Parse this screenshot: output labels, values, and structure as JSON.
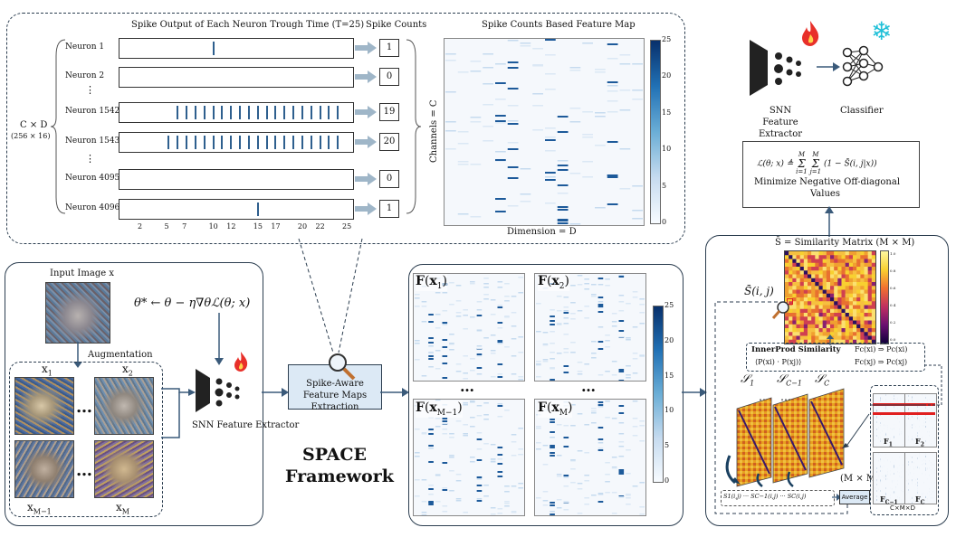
{
  "top_panel": {
    "spike_title": "Spike Output of Each Neuron Trough Time (T=25)",
    "counts_title": "Spike Counts",
    "featmap_title": "Spike Counts Based Feature Map",
    "cxd_label": "C × D",
    "cxd_dims": "(256 × 16)",
    "neurons": [
      {
        "label": "Neuron 1",
        "count": "1",
        "spikes": [
          10
        ]
      },
      {
        "label": "Neuron 2",
        "count": "0",
        "spikes": []
      },
      {
        "label": "Neuron 1542",
        "count": "19",
        "spikes": [
          6,
          7,
          8,
          9,
          10,
          11,
          12,
          13,
          14,
          15,
          16,
          17,
          18,
          19,
          20,
          21,
          22,
          23,
          24
        ]
      },
      {
        "label": "Neuron 1543",
        "count": "20",
        "spikes": [
          5,
          6,
          7,
          8,
          9,
          10,
          11,
          12,
          13,
          14,
          15,
          16,
          17,
          18,
          19,
          20,
          21,
          22,
          23,
          24
        ]
      },
      {
        "label": "Neuron 4095",
        "count": "0",
        "spikes": []
      },
      {
        "label": "Neuron 4096",
        "count": "1",
        "spikes": [
          15
        ]
      }
    ],
    "ellipsis": "⋮",
    "x_ticks": [
      "2",
      "5",
      "7",
      "10",
      "12",
      "15",
      "17",
      "20",
      "22",
      "25"
    ],
    "ylabel": "Channels = C",
    "xlabel": "Dimension = D",
    "colorbar_ticks": [
      "25",
      "20",
      "15",
      "10",
      "5",
      "0"
    ]
  },
  "left_panel": {
    "input_label": "Input Image x",
    "update_rule": "θ* ← θ − η∇θℒ(θ; x)",
    "augmentation": "Augmentation",
    "aug_labels": [
      "x1",
      "x2",
      "xM−1",
      "xM"
    ],
    "extractor": "SNN Feature Extractor",
    "dots": "…"
  },
  "middle": {
    "spike_aware": "Spike-Aware Feature Maps Extraction",
    "framework_line1": "SPACE",
    "framework_line2": "Framework",
    "fmap_labels": [
      "F(x1)",
      "F(x2)",
      "F(xM−1)",
      "F(xM)"
    ],
    "colorbar_ticks": [
      "25",
      "20",
      "15",
      "10",
      "5",
      "0"
    ],
    "dots": "…"
  },
  "top_right": {
    "extractor": "SNN Feature Extractor",
    "classifier": "Classifier",
    "loss_formula": "ℒ(θ; x) ≜ Σ Σ (1 − S̄(i, j|x))",
    "loss_sum_top_i": "M",
    "loss_sum_bot_i": "i=1",
    "loss_sum_top_j": "M",
    "loss_sum_bot_j": "j=1",
    "loss_note_1": "Minimize Negative Off-diagonal",
    "loss_note_2": "Values"
  },
  "right_panel": {
    "sim_title": "S̄ = Similarity Matrix (M × M)",
    "sij": "S̄(i, j)",
    "innerprod_title": "InnerProd Similarity",
    "innerprod_formula": "⟨P(xi) · P(xj)⟩",
    "map_i": "Fc(xi) ⇒ Pc(xi)",
    "map_j": "Fc(xj) ⇒ Pc(xj)",
    "s_labels": [
      "S1",
      "SC−1",
      "SC"
    ],
    "dots": "…",
    "mxm": "(M × M)",
    "average": "Average",
    "avg_formula": "S1(i,j) ··· SC−1(i,j) ··· SC(i,j)",
    "f_labels": [
      "F1",
      "F2",
      "FC−1",
      "FC"
    ],
    "cmd": "C×M×D",
    "sim_cbar_ticks": [
      "1.0",
      "0.8",
      "0.6",
      "0.4",
      "0.2",
      "0.0"
    ]
  },
  "colors": {
    "spike": "#2e5f8e",
    "arrow": "#9fb6c8",
    "accent_box": "#dce9f5",
    "heat_dark": "#08306b",
    "sim_hot": "#e8a020",
    "sim_dark": "#2d1060",
    "red": "#e02020"
  },
  "icons": {
    "fire": "fire-icon",
    "snowflake": "snowflake-icon",
    "magnifier": "magnifier-icon"
  }
}
